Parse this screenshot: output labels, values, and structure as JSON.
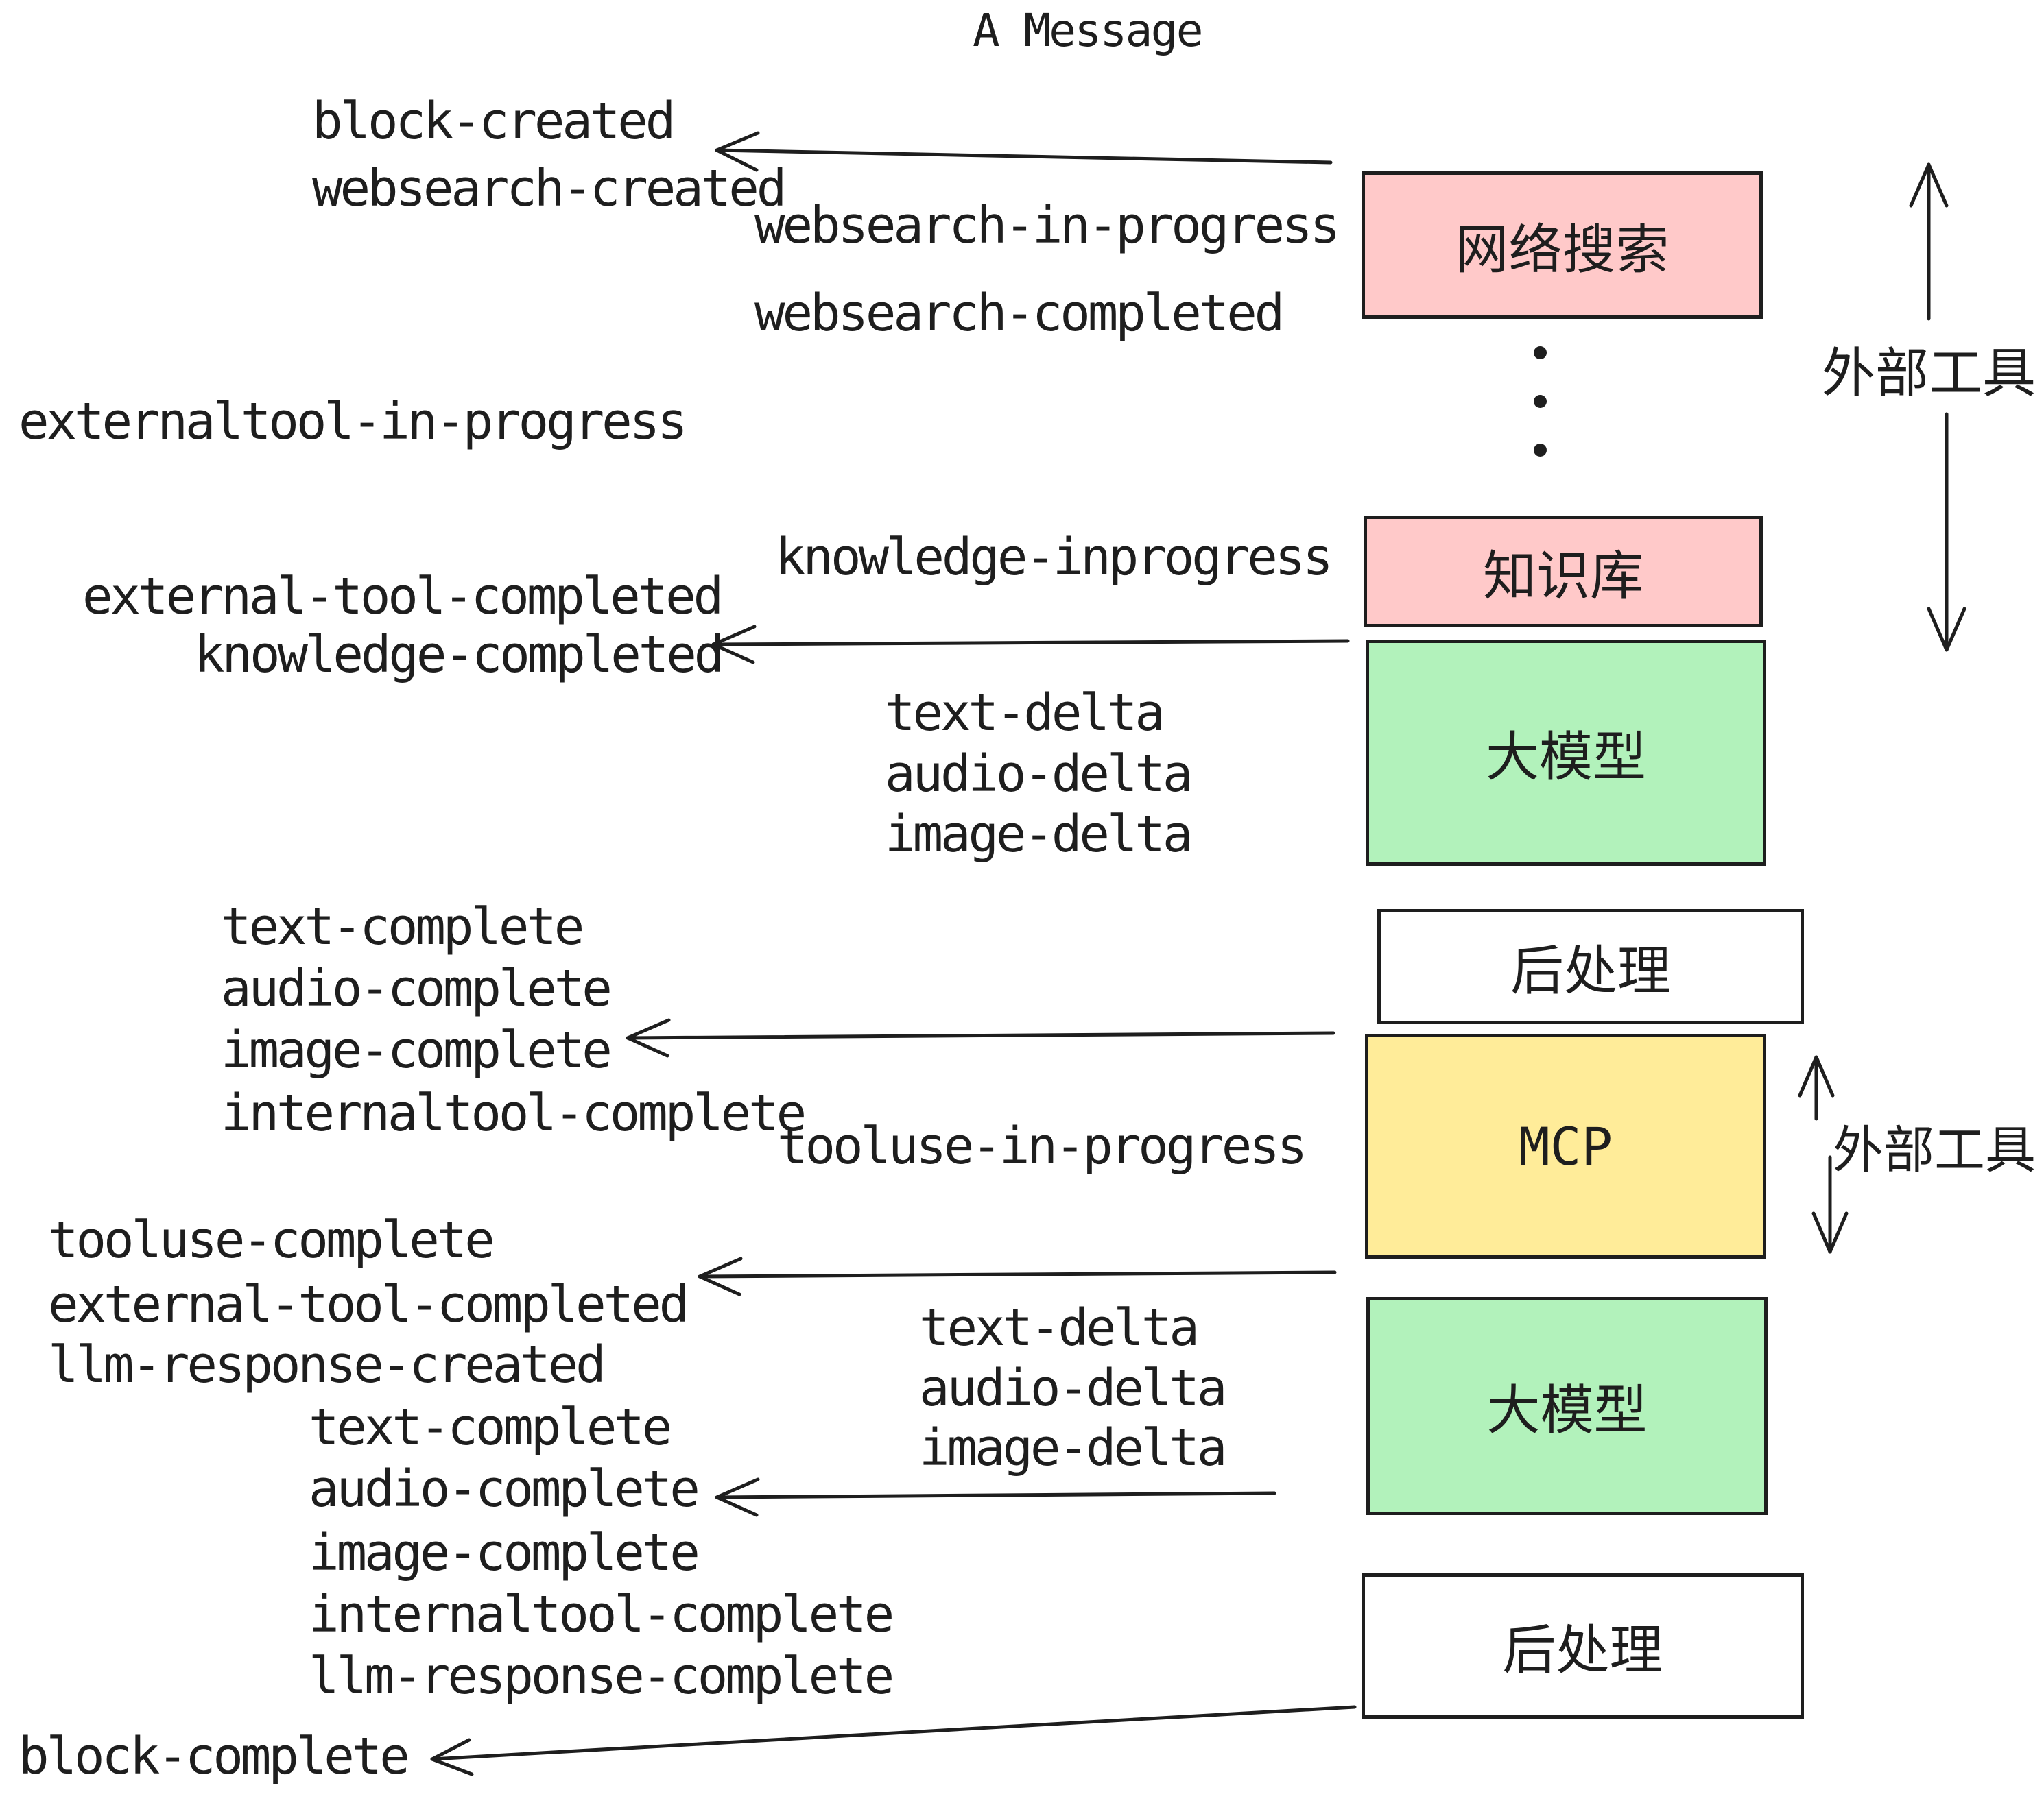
{
  "title": "A Message",
  "colors": {
    "pink": "#ffc9c9",
    "green": "#b2f2bb",
    "yellow": "#ffec99",
    "white": "#ffffff",
    "ink": "#1e1e1e"
  },
  "boxes": {
    "websearch": {
      "label": "网络搜索",
      "color": "pink"
    },
    "knowledge": {
      "label": "知识库",
      "color": "pink"
    },
    "llm1": {
      "label": "大模型",
      "color": "green"
    },
    "post1": {
      "label": "后处理",
      "color": "white"
    },
    "mcp": {
      "label": "MCP",
      "color": "yellow"
    },
    "llm2": {
      "label": "大模型",
      "color": "green"
    },
    "post2": {
      "label": "后处理",
      "color": "white"
    }
  },
  "annotations": {
    "external_tools_top": "外部工具",
    "external_tools_bottom": "外部工具"
  },
  "events": {
    "block_created": "block-created",
    "websearch_created": "websearch-created",
    "websearch_in_progress": "websearch-in-progress",
    "websearch_completed": "websearch-completed",
    "externaltool_in_progress": "externaltool-in-progress",
    "knowledge_inprogress": "knowledge-inprogress",
    "external_tool_completed": "external-tool-completed",
    "knowledge_completed": "knowledge-completed",
    "text_delta": "text-delta",
    "audio_delta": "audio-delta",
    "image_delta": "image-delta",
    "text_complete": "text-complete",
    "audio_complete": "audio-complete",
    "image_complete": "image-complete",
    "internaltool_complete": "internaltool-complete",
    "tooluse_in_progress": "tooluse-in-progress",
    "tooluse_complete": "tooluse-complete",
    "external_tool_completed_2": "external-tool-completed",
    "llm_response_created": "llm-response-created",
    "text_complete_2": "text-complete",
    "audio_complete_2": "audio-complete",
    "image_complete_2": "image-complete",
    "internaltool_complete_2": "internaltool-complete",
    "llm_response_complete": "llm-response-complete",
    "block_complete": "block-complete",
    "text_delta_2": "text-delta",
    "audio_delta_2": "audio-delta",
    "image_delta_2": "image-delta"
  }
}
